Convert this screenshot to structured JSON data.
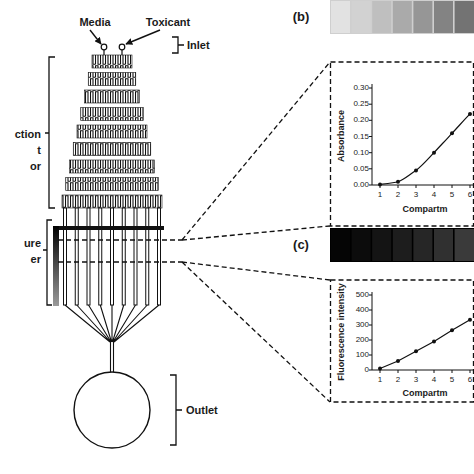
{
  "diagram": {
    "labels": [
      "Media",
      "Toxicant",
      "Inlet",
      "ction",
      "t",
      "or",
      "ure",
      "er",
      "Outlet",
      "(b)",
      "Absorbance",
      "0.30",
      "0.25",
      "0.20",
      "0.15",
      "0.10",
      "0.05",
      "0.00",
      "1",
      "2",
      "3",
      "4",
      "5",
      "6",
      "Compartm",
      "(c)",
      "Fluorescence intensity",
      "500",
      "400",
      "300",
      "200",
      "100",
      "0",
      "1",
      "2",
      "3",
      "4",
      "5",
      "6",
      "Compartm"
    ]
  }
}
